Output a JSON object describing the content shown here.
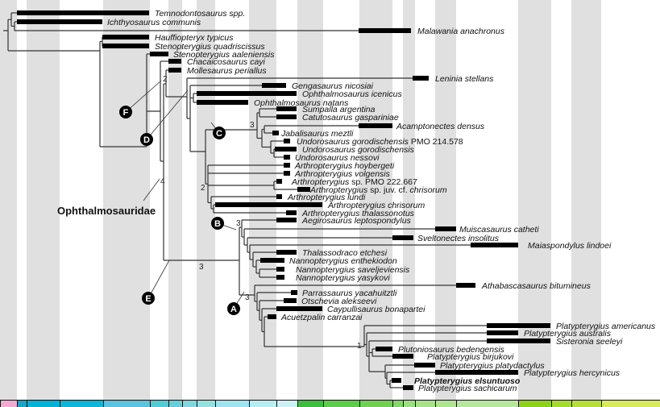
{
  "clade_label": "Ophthalmosauridae",
  "node_markers": [
    "F",
    "D",
    "C",
    "B",
    "E",
    "A"
  ],
  "support_values": [
    "2",
    "4",
    "3",
    "2",
    "3",
    "3",
    "3",
    "1"
  ],
  "taxa": [
    {
      "parts": [
        {
          "t": "Temnodontosaurus spp.",
          "i": true
        }
      ]
    },
    {
      "parts": [
        {
          "t": "Ichthyosaurus communis",
          "i": true
        }
      ]
    },
    {
      "parts": [
        {
          "t": "Malawania anachronus",
          "i": true
        }
      ]
    },
    {
      "parts": [
        {
          "t": "Hauffiopteryx typicus",
          "i": true
        }
      ]
    },
    {
      "parts": [
        {
          "t": "Stenopterygius quadriscissus",
          "i": true
        }
      ]
    },
    {
      "parts": [
        {
          "t": "Stenopterygius aaleniensis",
          "i": true
        }
      ]
    },
    {
      "parts": [
        {
          "t": "Chacaicosaurus cayi",
          "i": true
        }
      ]
    },
    {
      "parts": [
        {
          "t": "Mollesaurus periallus",
          "i": true
        }
      ]
    },
    {
      "parts": [
        {
          "t": "Leninia stellans",
          "i": true
        }
      ]
    },
    {
      "parts": [
        {
          "t": "Gengasaurus nicosiai",
          "i": true
        }
      ]
    },
    {
      "parts": [
        {
          "t": "Ophthalmosaurus icenicus",
          "i": true
        }
      ]
    },
    {
      "parts": [
        {
          "t": "Ophthalmosaurus natans",
          "i": true
        }
      ]
    },
    {
      "parts": [
        {
          "t": "Sumpalla argentina",
          "i": true
        }
      ]
    },
    {
      "parts": [
        {
          "t": "Catutosaurus gaspariniae",
          "i": true
        }
      ]
    },
    {
      "parts": [
        {
          "t": "Acamptonectes densus",
          "i": true
        }
      ]
    },
    {
      "parts": [
        {
          "t": "Jabalisaurus meztli",
          "i": true
        }
      ]
    },
    {
      "parts": [
        {
          "t": "Undorosaurus gorodischensis",
          "i": true
        },
        {
          "t": " PMO 214.578",
          "i": false
        }
      ]
    },
    {
      "parts": [
        {
          "t": "Undorosaurus gorodischensis",
          "i": true
        }
      ]
    },
    {
      "parts": [
        {
          "t": "Undorosaurus nessovi",
          "i": true
        }
      ]
    },
    {
      "parts": [
        {
          "t": "Arthropterygius hoybergeti",
          "i": true
        }
      ]
    },
    {
      "parts": [
        {
          "t": "Arthropterygius volgensis",
          "i": true
        }
      ]
    },
    {
      "parts": [
        {
          "t": "Arthropterygius",
          "i": true
        },
        {
          "t": " sp. PMO 222.667",
          "i": false
        }
      ]
    },
    {
      "parts": [
        {
          "t": "Arthropterygius",
          "i": true
        },
        {
          "t": " sp. juv. cf. ",
          "i": false
        },
        {
          "t": "chrisorum",
          "i": true
        }
      ]
    },
    {
      "parts": [
        {
          "t": "Arthropterygius lundi",
          "i": true
        }
      ]
    },
    {
      "parts": [
        {
          "t": "Arthropterygius chrisorum",
          "i": true
        }
      ]
    },
    {
      "parts": [
        {
          "t": "Arthropterygius thalassonotus",
          "i": true
        }
      ]
    },
    {
      "parts": [
        {
          "t": "Aegirosaurus leptospondylus",
          "i": true
        }
      ]
    },
    {
      "parts": [
        {
          "t": "Muiscasaurus catheti",
          "i": true
        }
      ]
    },
    {
      "parts": [
        {
          "t": "Sveltonectes insolitus",
          "i": true
        }
      ]
    },
    {
      "parts": [
        {
          "t": "Maiaspondylus lindoei",
          "i": true
        }
      ]
    },
    {
      "parts": [
        {
          "t": "Thalassodraco etchesi",
          "i": true
        }
      ]
    },
    {
      "parts": [
        {
          "t": "Nannopterygius enthekiodon",
          "i": true
        }
      ]
    },
    {
      "parts": [
        {
          "t": "Nannopterygius saveljeviensis",
          "i": true
        }
      ]
    },
    {
      "parts": [
        {
          "t": "Nannopterygius yasykovi",
          "i": true
        }
      ]
    },
    {
      "parts": [
        {
          "t": "Athabascasaurus bitumineus",
          "i": true
        }
      ]
    },
    {
      "parts": [
        {
          "t": "Parrassaurus yacahuitztli",
          "i": true
        }
      ]
    },
    {
      "parts": [
        {
          "t": "Otschevia alekseevi",
          "i": true
        }
      ]
    },
    {
      "parts": [
        {
          "t": "Caypullisaurus bonapartei",
          "i": true
        }
      ]
    },
    {
      "parts": [
        {
          "t": "Acuetzpalin carranzai",
          "i": true
        }
      ]
    },
    {
      "parts": [
        {
          "t": "Platypterygius americanus",
          "i": true
        }
      ]
    },
    {
      "parts": [
        {
          "t": "Platypterygius australis",
          "i": true
        }
      ]
    },
    {
      "parts": [
        {
          "t": "Sisteronia seeleyi",
          "i": true
        }
      ]
    },
    {
      "parts": [
        {
          "t": "Plutoniosaurus bedengensis",
          "i": true
        }
      ]
    },
    {
      "parts": [
        {
          "t": "Platypterygius birjukovi",
          "i": true
        }
      ]
    },
    {
      "parts": [
        {
          "t": "Platypterygius platydactylus",
          "i": true
        }
      ]
    },
    {
      "parts": [
        {
          "t": "Platypterygius hercynicus",
          "i": true
        }
      ]
    },
    {
      "parts": [
        {
          "t": "Platypterygius elsuntuoso",
          "i": true,
          "b": true
        }
      ]
    },
    {
      "parts": [
        {
          "t": "Platypterygius sachicarum",
          "i": true
        }
      ]
    }
  ],
  "stage_colors": [
    "#f2a9d2",
    "#12a7c7",
    "#00b2d8",
    "#0cb6d9",
    "#5ac4df",
    "#4fcdd6",
    "#66cfdb",
    "#7fd6dc",
    "#96e0e0",
    "#9ee4ef",
    "#b7ecf2",
    "#cdf2f6",
    "#3cbf3c",
    "#5ccc4a",
    "#70d050",
    "#86d66a",
    "#9be080",
    "#a6e28a",
    "#aee590",
    "#b5e89a",
    "#8cd317",
    "#a5db2c",
    "#b4e036",
    "#d8ec5a"
  ]
}
